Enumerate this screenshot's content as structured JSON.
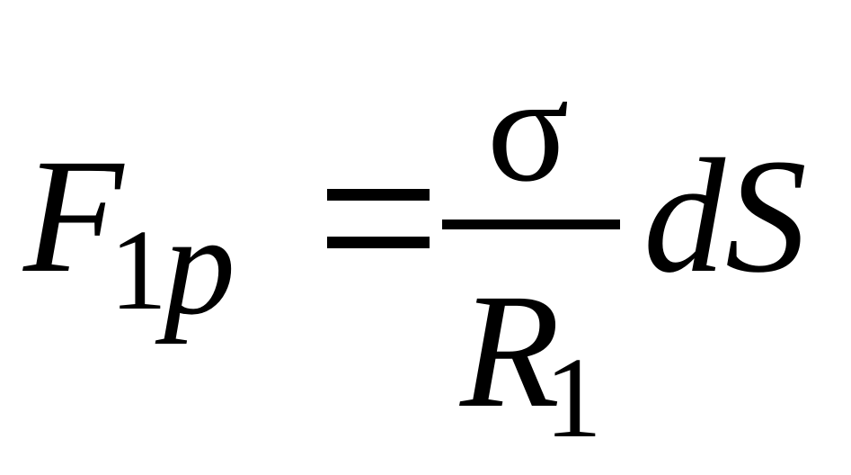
{
  "equation": {
    "lhs": {
      "symbol": "F",
      "subscript_1": "1",
      "subscript_2": "p"
    },
    "equals": "=",
    "fraction": {
      "numerator": "σ",
      "denominator": "R",
      "denominator_subscript": "1"
    },
    "rhs_factor": "dS"
  }
}
